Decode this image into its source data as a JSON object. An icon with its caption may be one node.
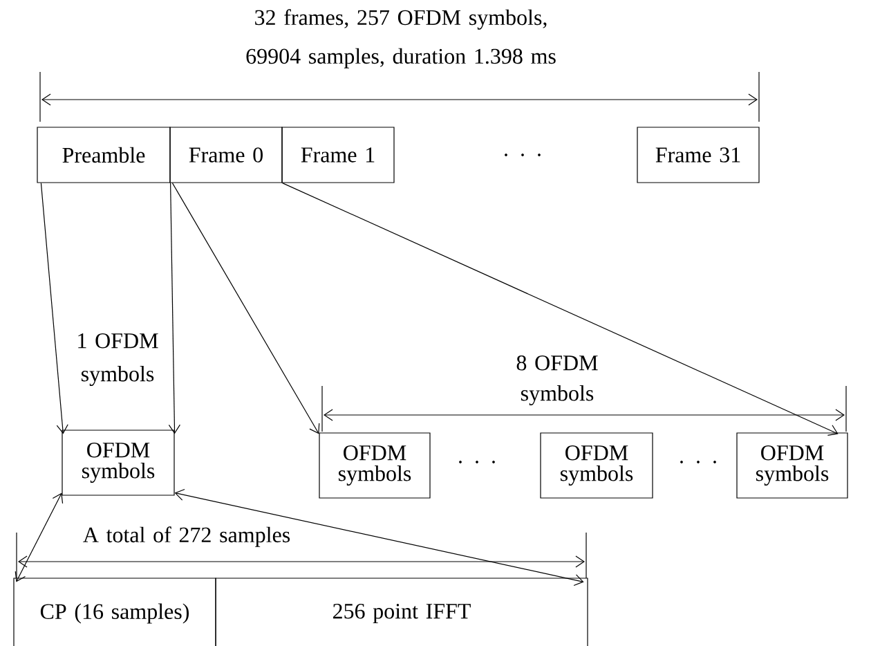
{
  "diagram": {
    "nodes": [
      {
        "text": [
          "Preamble"
        ]
      },
      {
        "text": [
          "Frame 0"
        ]
      },
      {
        "text": [
          "Frame 1"
        ]
      },
      {
        "text": [
          "Frame 31"
        ]
      },
      {
        "text": [
          "OFDM symbols"
        ]
      },
      {
        "text": [
          "OFDM symbols"
        ]
      },
      {
        "text": [
          "OFDM symbols"
        ]
      },
      {
        "text": [
          "OFDM symbols"
        ]
      },
      {
        "text": [
          "CP (16 samples)"
        ]
      },
      {
        "text": [
          "256 point IFFT"
        ]
      }
    ],
    "edges": [
      {
        "from": 0,
        "to": 4,
        "arrow": "to"
      },
      {
        "from": 0,
        "to": 4,
        "arrow": "to"
      },
      {
        "from": 1,
        "to": 5,
        "arrow": "to"
      },
      {
        "from": 1,
        "to": 7,
        "arrow": "to"
      },
      {
        "from": 4,
        "to": 8,
        "arrow": "both"
      },
      {
        "from": 4,
        "to": 9,
        "arrow": "both"
      }
    ],
    "labels": [
      "32 frames, 257 OFDM symbols, 69904 samples, duration 1.398 ms",
      ". . .",
      "1 OFDM symbols",
      "8 OFDM symbols",
      ". . .",
      ". . .",
      "A total of 272 samples"
    ]
  }
}
